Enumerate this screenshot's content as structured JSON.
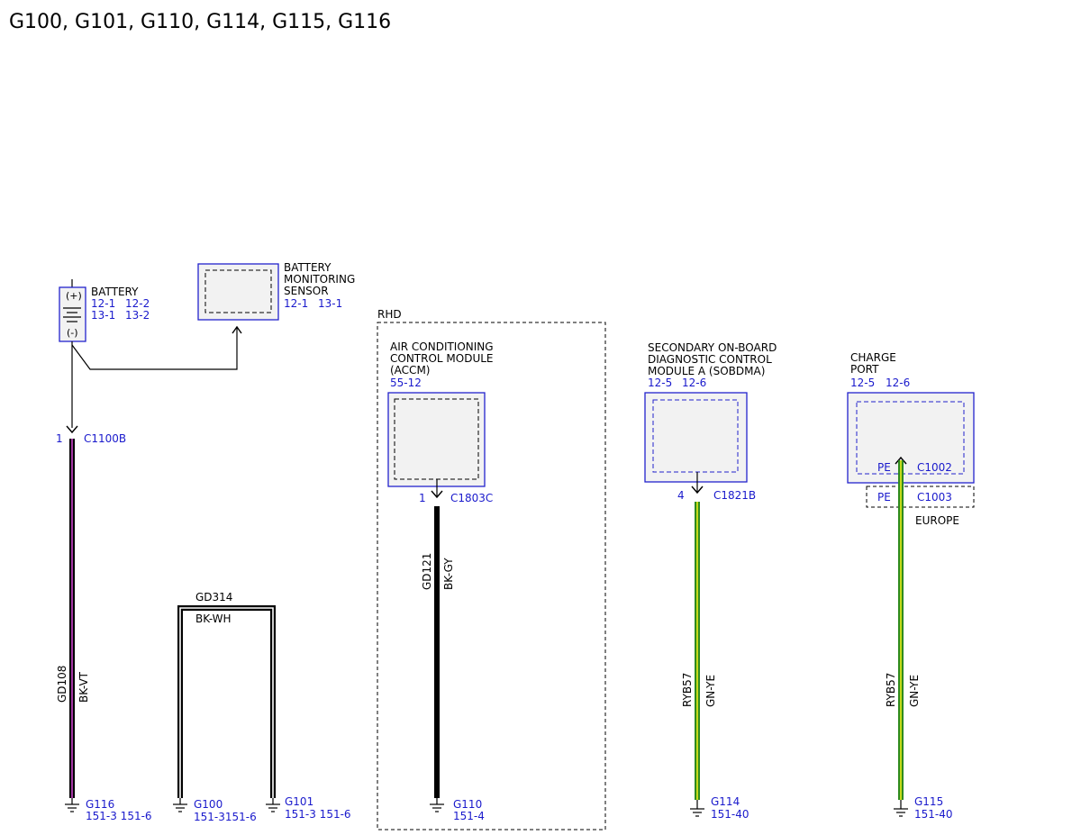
{
  "title": "G100, G101, G110, G114, G115, G116",
  "battery": {
    "name": "BATTERY",
    "refs": [
      "12-1",
      "12-2",
      "13-1",
      "13-2"
    ],
    "pos": "(+)",
    "neg": "(-)"
  },
  "bms": {
    "lines": [
      "BATTERY",
      "MONITORING",
      "SENSOR"
    ],
    "refs": [
      "12-1",
      "13-1"
    ]
  },
  "c1100b": {
    "pin": "1",
    "name": "C1100B"
  },
  "wire_gd108": {
    "circuit": "GD108",
    "color": "BK-VT"
  },
  "g116": {
    "name": "G116",
    "refs": "151-3 151-6"
  },
  "wire_gd314": {
    "circuit": "GD314",
    "color": "BK-WH"
  },
  "g100": {
    "name": "G100",
    "refs": "151-3151-6"
  },
  "g101": {
    "name": "G101",
    "refs": "151-3 151-6"
  },
  "rhd": {
    "label": "RHD"
  },
  "accm": {
    "lines": [
      "AIR CONDITIONING",
      "CONTROL MODULE",
      "(ACCM)"
    ],
    "ref": "55-12",
    "pin": "1",
    "connector": "C1803C"
  },
  "wire_gd121": {
    "circuit": "GD121",
    "color": "BK-GY"
  },
  "g110": {
    "name": "G110",
    "refs": "151-4"
  },
  "sobdma": {
    "lines": [
      "SECONDARY ON-BOARD",
      "DIAGNOSTIC CONTROL",
      "MODULE A (SOBDMA)"
    ],
    "refs": [
      "12-5",
      "12-6"
    ],
    "pin": "4",
    "connector": "C1821B"
  },
  "wire_ryb57_a": {
    "circuit": "RYB57",
    "color": "GN-YE"
  },
  "g114": {
    "name": "G114",
    "refs": "151-40"
  },
  "charge_port": {
    "lines": [
      "CHARGE",
      "PORT"
    ],
    "refs": [
      "12-5",
      "12-6"
    ],
    "pin1": "PE",
    "conn1": "C1002",
    "pin2": "PE",
    "conn2": "C1003",
    "region": "EUROPE"
  },
  "wire_ryb57_b": {
    "circuit": "RYB57",
    "color": "GN-YE"
  },
  "g115": {
    "name": "G115",
    "refs": "151-40"
  },
  "colors": {
    "component_outline": "#2222cc",
    "component_fill": "#f2f2f2",
    "wire_black": "#000000",
    "wire_violet_stripe": "#cc44cc",
    "wire_green": "#2e8b1e",
    "wire_yellow_stripe": "#d6e31a"
  }
}
